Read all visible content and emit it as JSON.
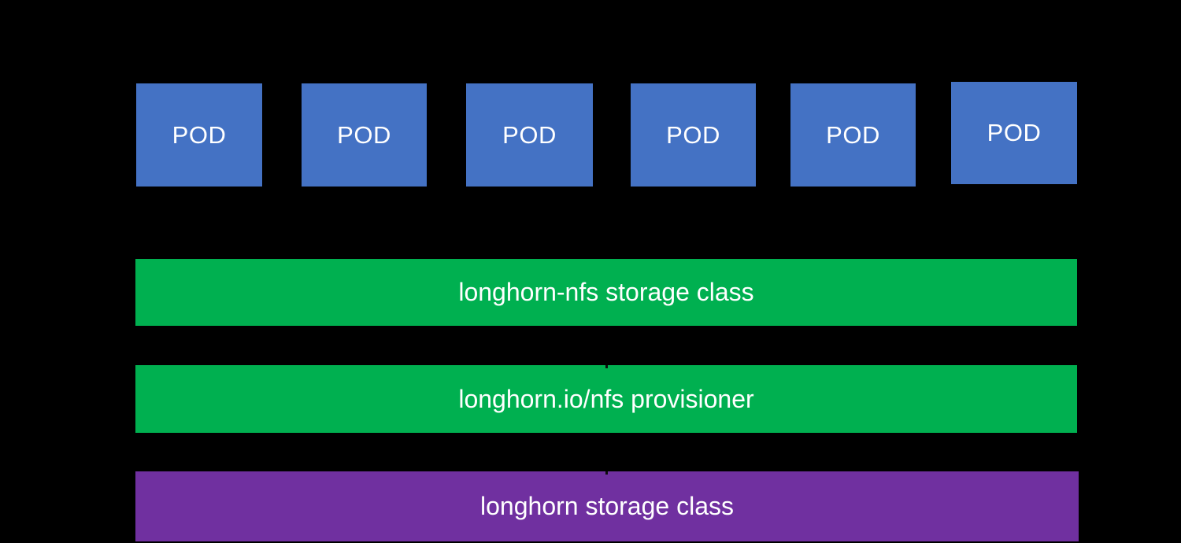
{
  "diagram": {
    "background_color": "#000000",
    "colors": {
      "pod_blue": "#4472C4",
      "storage_green": "#00B050",
      "storage_purple": "#7030A0",
      "label_white": "#FFFFFF"
    },
    "pods": [
      {
        "label": "POD"
      },
      {
        "label": "POD"
      },
      {
        "label": "POD"
      },
      {
        "label": "POD"
      },
      {
        "label": "POD"
      },
      {
        "label": "POD"
      }
    ],
    "bars": [
      {
        "label": "longhorn-nfs storage class",
        "color": "#00B050"
      },
      {
        "label": "longhorn.io/nfs provisioner",
        "color": "#00B050"
      },
      {
        "label": "longhorn storage class",
        "color": "#7030A0"
      }
    ]
  }
}
